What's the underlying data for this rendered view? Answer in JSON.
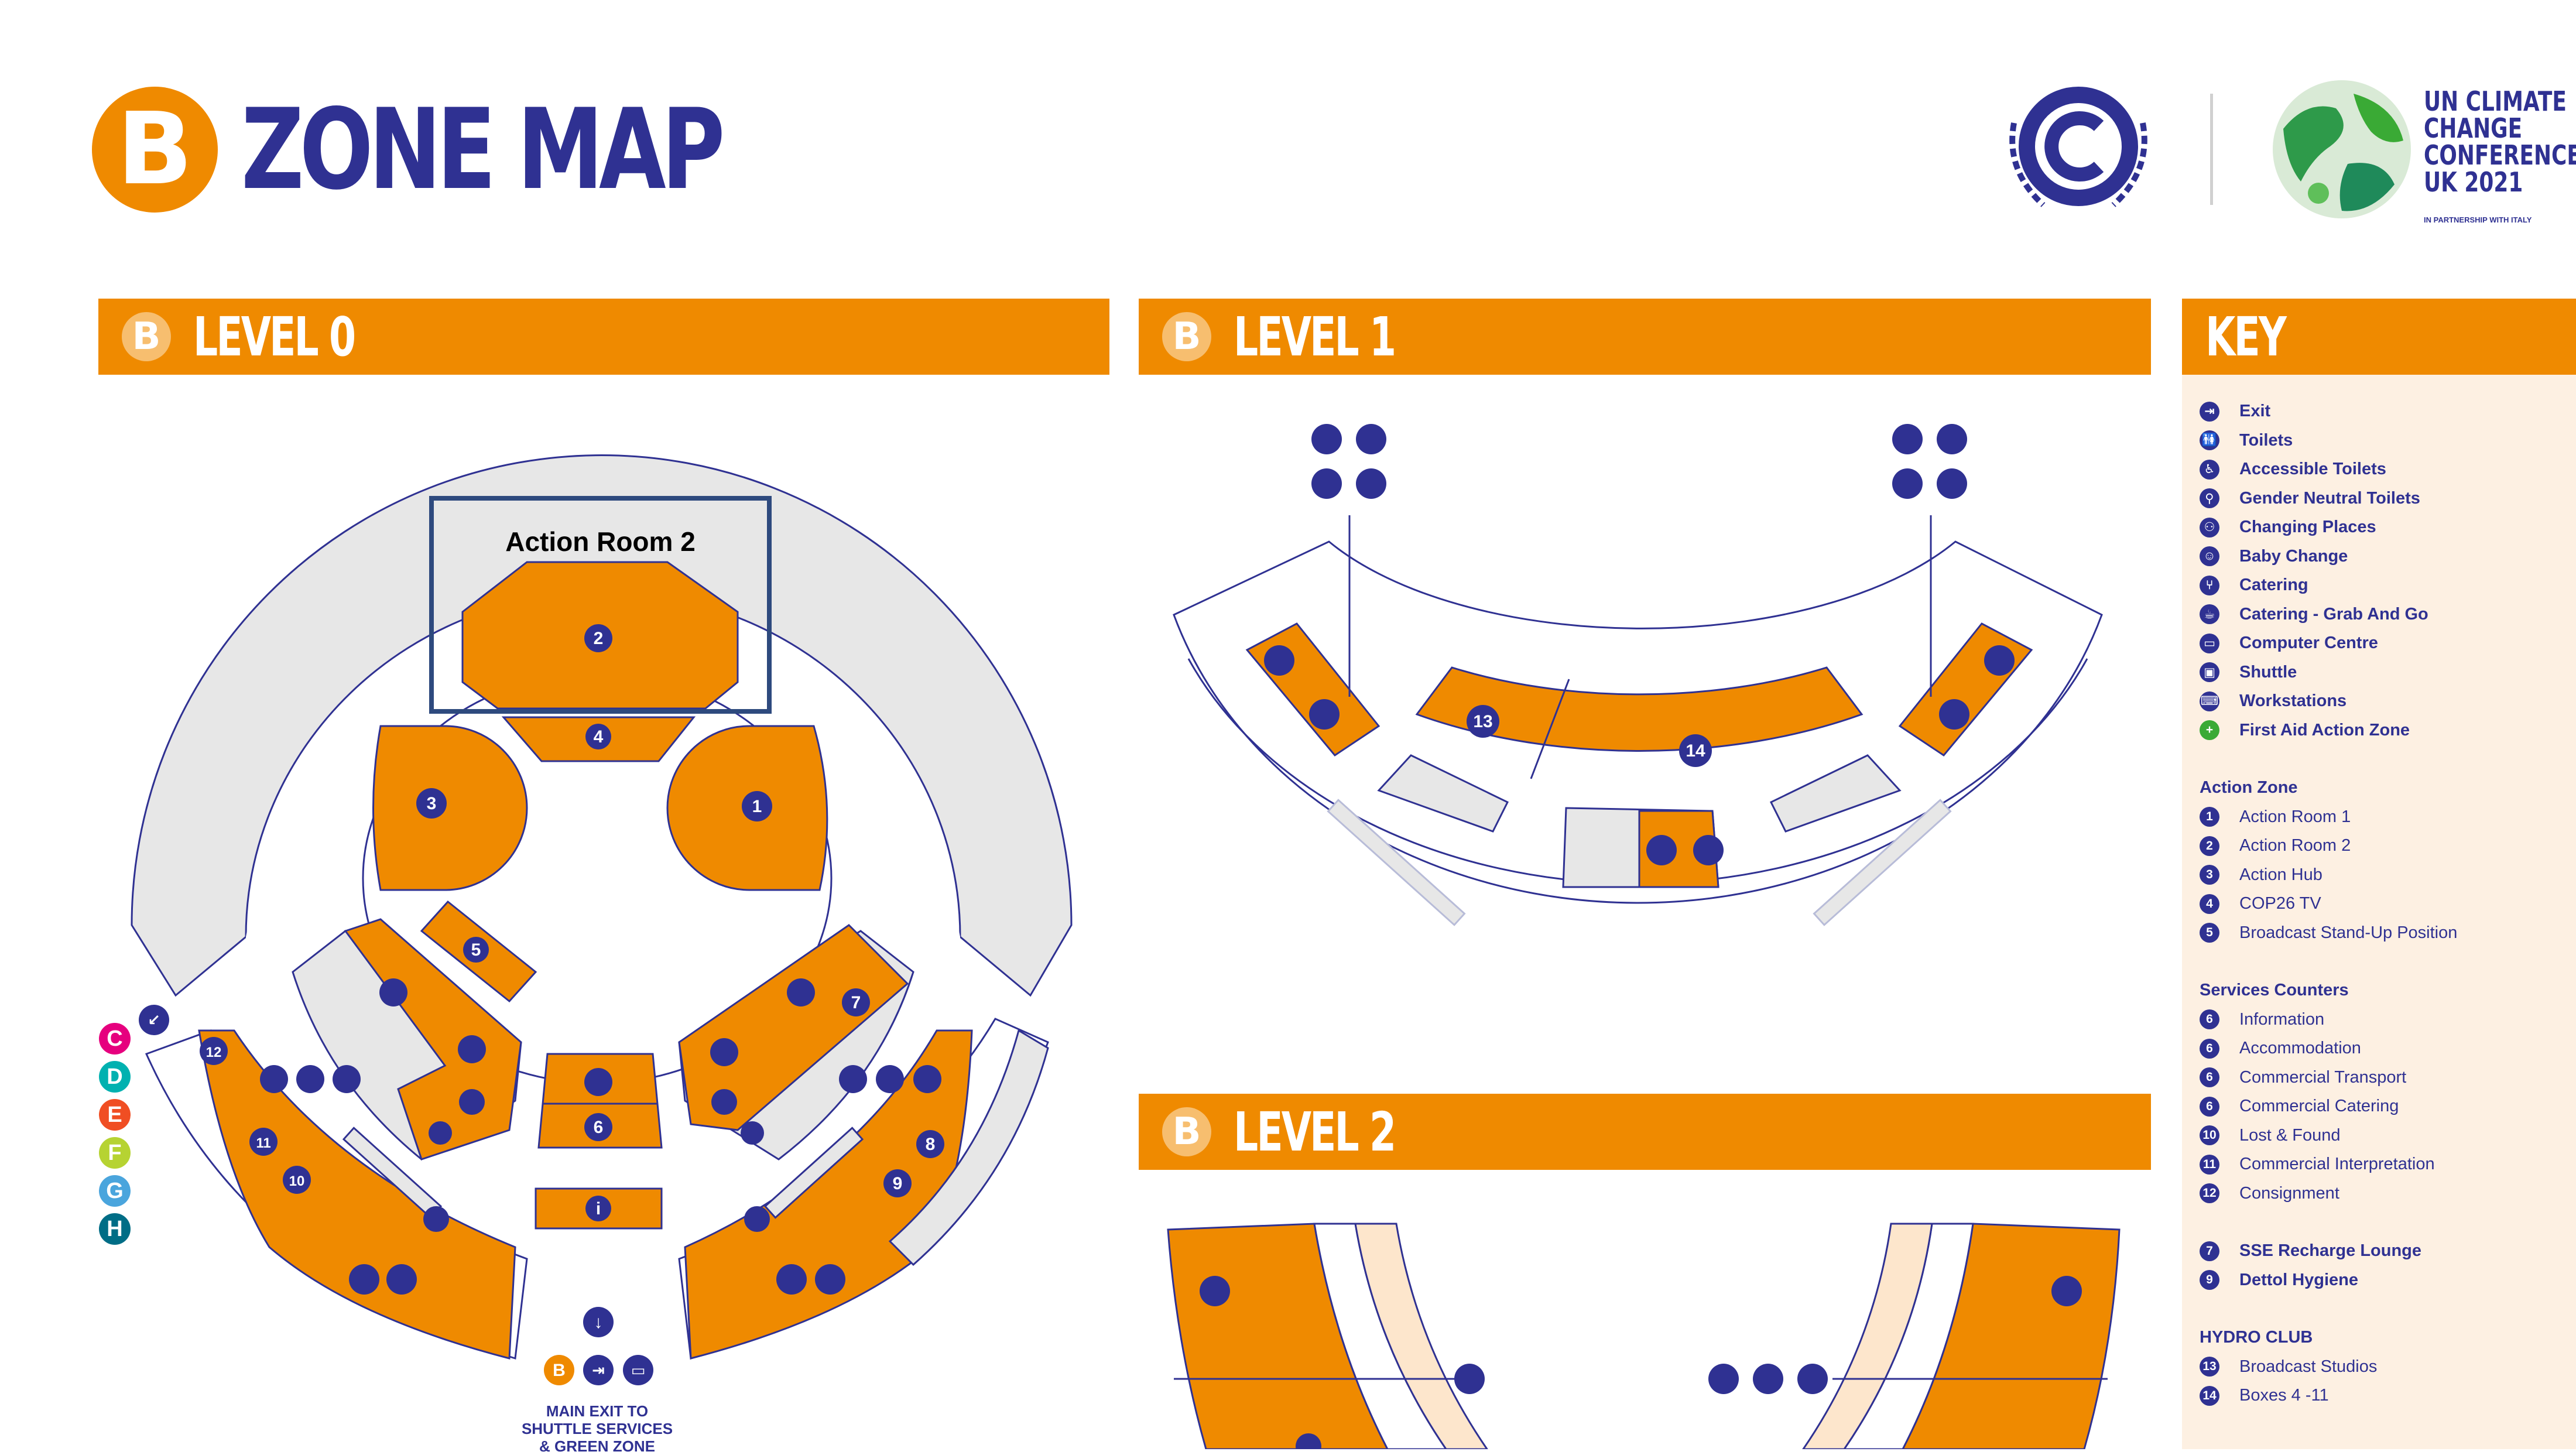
{
  "header": {
    "badge_letter": "B",
    "title": "ZONE MAP",
    "conference_lines": [
      "UN CLIMATE",
      "CHANGE",
      "CONFERENCE",
      "UK 2021"
    ],
    "conference_sub": "IN PARTNERSHIP WITH ITALY"
  },
  "sections": {
    "level0": "LEVEL 0",
    "level1": "LEVEL 1",
    "level2": "LEVEL 2",
    "key": "KEY"
  },
  "map": {
    "highlight_label": "Action Room 2",
    "exit_caption_lines": [
      "MAIN EXIT TO",
      "SHUTTLE SERVICES",
      "& GREEN ZONE"
    ],
    "zones": [
      "C",
      "D",
      "E",
      "F",
      "G",
      "H"
    ],
    "level0_numbers": [
      "1",
      "2",
      "3",
      "4",
      "5",
      "6",
      "7",
      "8",
      "9",
      "10",
      "11",
      "12"
    ],
    "level1_numbers": [
      "13",
      "14"
    ]
  },
  "key": {
    "facilities": [
      {
        "icon": "exit-icon",
        "label": "Exit"
      },
      {
        "icon": "toilets-icon",
        "label": "Toilets"
      },
      {
        "icon": "accessible-toilets-icon",
        "label": "Accessible Toilets"
      },
      {
        "icon": "gender-neutral-toilets-icon",
        "label": "Gender Neutral Toilets"
      },
      {
        "icon": "changing-places-icon",
        "label": "Changing Places"
      },
      {
        "icon": "baby-change-icon",
        "label": "Baby Change"
      },
      {
        "icon": "catering-icon",
        "label": "Catering"
      },
      {
        "icon": "grab-and-go-icon",
        "label": "Catering - Grab And Go"
      },
      {
        "icon": "computer-centre-icon",
        "label": "Computer Centre"
      },
      {
        "icon": "shuttle-icon",
        "label": "Shuttle"
      },
      {
        "icon": "workstations-icon",
        "label": "Workstations"
      },
      {
        "icon": "first-aid-icon",
        "label": "First Aid Action Zone"
      }
    ],
    "action_zone": {
      "heading": "Action Zone",
      "items": [
        {
          "num": "1",
          "label": "Action Room 1"
        },
        {
          "num": "2",
          "label": "Action Room 2"
        },
        {
          "num": "3",
          "label": "Action Hub"
        },
        {
          "num": "4",
          "label": "COP26 TV"
        },
        {
          "num": "5",
          "label": "Broadcast Stand-Up Position"
        }
      ]
    },
    "services": {
      "heading": "Services Counters",
      "items": [
        {
          "num": "6",
          "label": "Information"
        },
        {
          "num": "6",
          "label": "Accommodation"
        },
        {
          "num": "6",
          "label": "Commercial Transport"
        },
        {
          "num": "6",
          "label": "Commercial Catering"
        },
        {
          "num": "10",
          "label": "Lost & Found"
        },
        {
          "num": "11",
          "label": "Commercial Interpretation"
        },
        {
          "num": "12",
          "label": "Consignment"
        }
      ]
    },
    "lounges": {
      "items": [
        {
          "num": "7",
          "label": "SSE Recharge Lounge"
        },
        {
          "num": "9",
          "label": "Dettol Hygiene"
        }
      ]
    },
    "hydro": {
      "heading": "HYDRO CLUB",
      "items": [
        {
          "num": "13",
          "label": "Broadcast Studios"
        },
        {
          "num": "14",
          "label": "Boxes 4 -11"
        }
      ]
    }
  },
  "colors": {
    "orange": "#ef8a00",
    "navy": "#2f3192",
    "grey_area": "#e7e7e7",
    "key_bg": "#fdf0e2",
    "highlight": "#2e4a7e"
  }
}
